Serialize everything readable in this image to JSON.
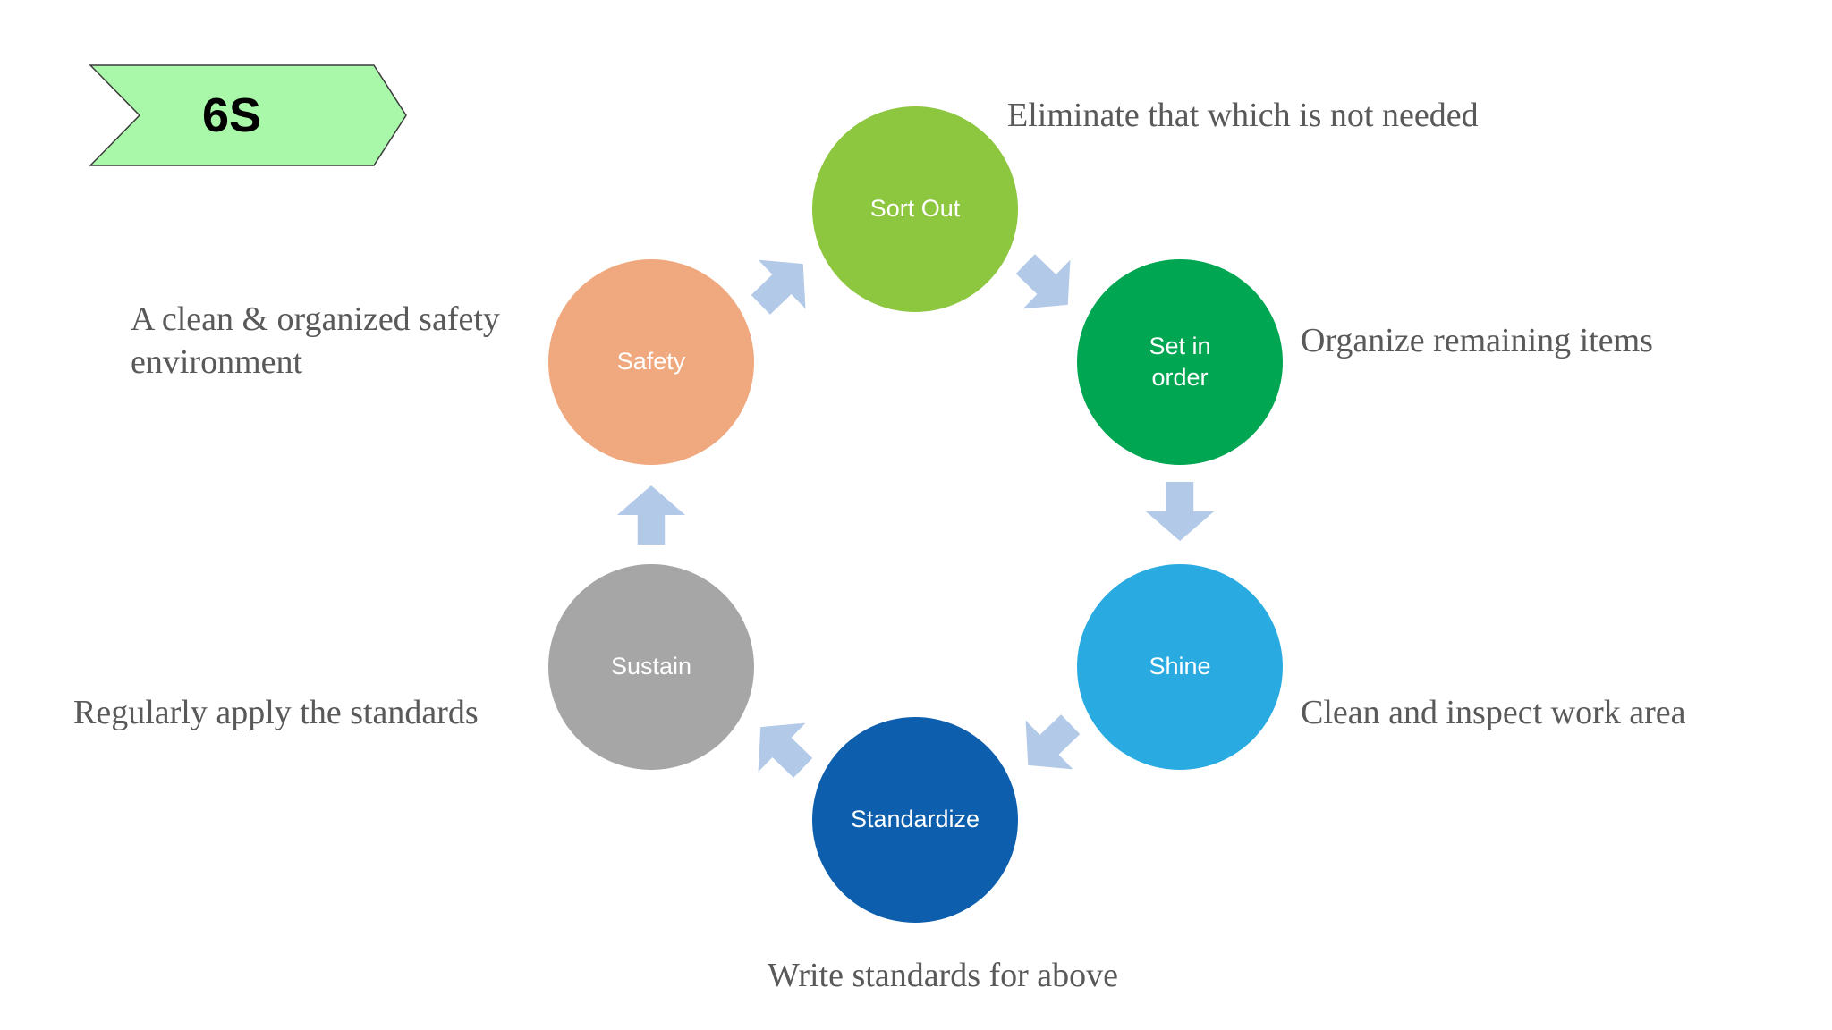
{
  "banner": {
    "label": "6S",
    "fill": "#a9f7a9",
    "stroke": "#3a3a3a"
  },
  "steps": [
    {
      "id": "sort-out",
      "label": "Sort Out",
      "color": "#8dc63f",
      "annotation": "Eliminate that which is not needed"
    },
    {
      "id": "set-in-order",
      "label": "Set in order",
      "color": "#00a651",
      "annotation": "Organize remaining items"
    },
    {
      "id": "shine",
      "label": "Shine",
      "color": "#29abe2",
      "annotation": "Clean and inspect work area"
    },
    {
      "id": "standardize",
      "label": "Standardize",
      "color": "#0d5fae",
      "annotation": "Write standards for above"
    },
    {
      "id": "sustain",
      "label": "Sustain",
      "color": "#a6a6a6",
      "annotation": "Regularly apply the standards"
    },
    {
      "id": "safety",
      "label": "Safety",
      "color": "#f0a87e",
      "annotation": "A clean & organized safety environment"
    }
  ],
  "arrow_color": "#b3c9e8",
  "text_color": "#595959"
}
